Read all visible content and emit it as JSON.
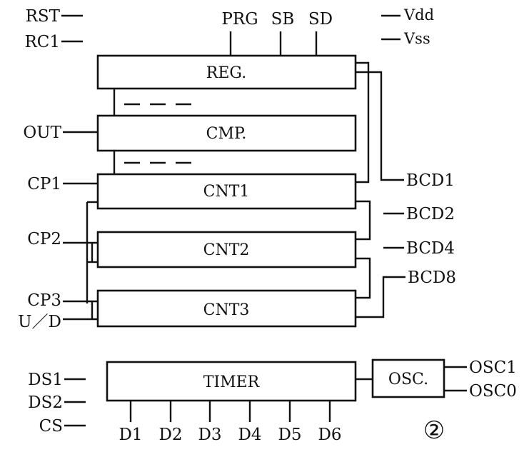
{
  "pins_left": {
    "rst": "RST",
    "rc1": "RC1",
    "out": "OUT",
    "cp1": "CP1",
    "cp2": "CP2",
    "cp3": "CP3",
    "ud": "U／D",
    "ds1": "DS1",
    "ds2": "DS2",
    "cs": "CS"
  },
  "pins_top": {
    "prg": "PRG",
    "sb": "SB",
    "sd": "SD"
  },
  "power": {
    "vdd": "Vdd",
    "vss": "Vss"
  },
  "blocks": {
    "reg": "REG.",
    "cmp": "CMP.",
    "cnt1": "CNT1",
    "cnt2": "CNT2",
    "cnt3": "CNT3",
    "timer": "TIMER",
    "osc": "OSC."
  },
  "pins_right": {
    "bcd1": "BCD1",
    "bcd2": "BCD2",
    "bcd4": "BCD4",
    "bcd8": "BCD8",
    "osc1": "OSC1",
    "osc0": "OSC0"
  },
  "timer_outputs": [
    "D1",
    "D2",
    "D3",
    "D4",
    "D5",
    "D6"
  ],
  "figure_number": "②"
}
